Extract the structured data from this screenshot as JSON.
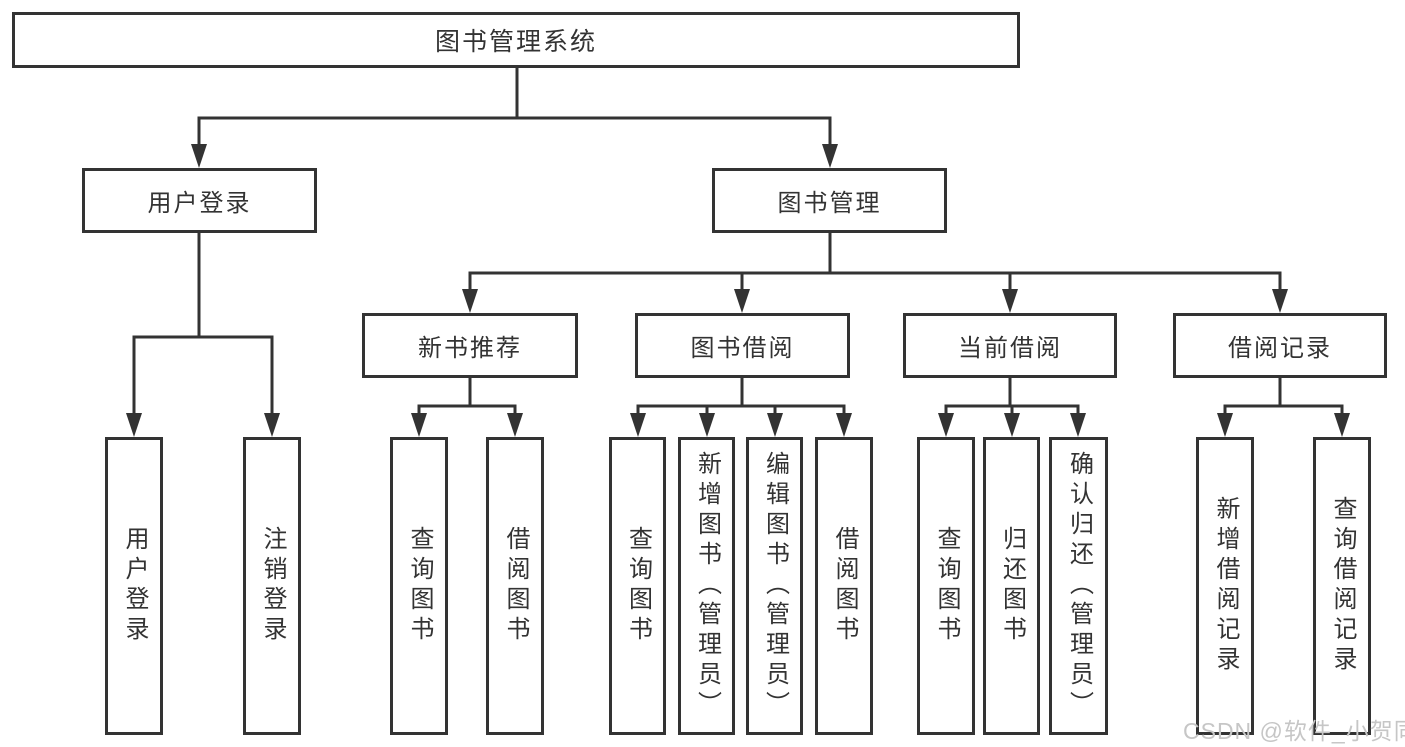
{
  "colors": {
    "line": "#333333",
    "box_border": "#333333",
    "box_fill": "#ffffff",
    "text": "#333333",
    "watermark": "#c6c6c6",
    "background": "#ffffff"
  },
  "diagram": {
    "root": {
      "label": "图书管理系统"
    },
    "branches": {
      "user_login": {
        "label": "用户登录",
        "children": [
          {
            "label": "用户登录"
          },
          {
            "label": "注销登录"
          }
        ]
      },
      "book_management": {
        "label": "图书管理",
        "children": [
          {
            "label": "新书推荐",
            "children": [
              {
                "label": "查询图书"
              },
              {
                "label": "借阅图书"
              }
            ]
          },
          {
            "label": "图书借阅",
            "children": [
              {
                "label": "查询图书"
              },
              {
                "label": "新增图书（管理员）"
              },
              {
                "label": "编辑图书（管理员）"
              },
              {
                "label": "借阅图书"
              }
            ]
          },
          {
            "label": "当前借阅",
            "children": [
              {
                "label": "查询图书"
              },
              {
                "label": "归还图书"
              },
              {
                "label": "确认归还（管理员）"
              }
            ]
          },
          {
            "label": "借阅记录",
            "children": [
              {
                "label": "新增借阅记录"
              },
              {
                "label": "查询借阅记录"
              }
            ]
          }
        ]
      }
    }
  },
  "watermark": {
    "text": "CSDN @软件_小贺同学"
  }
}
